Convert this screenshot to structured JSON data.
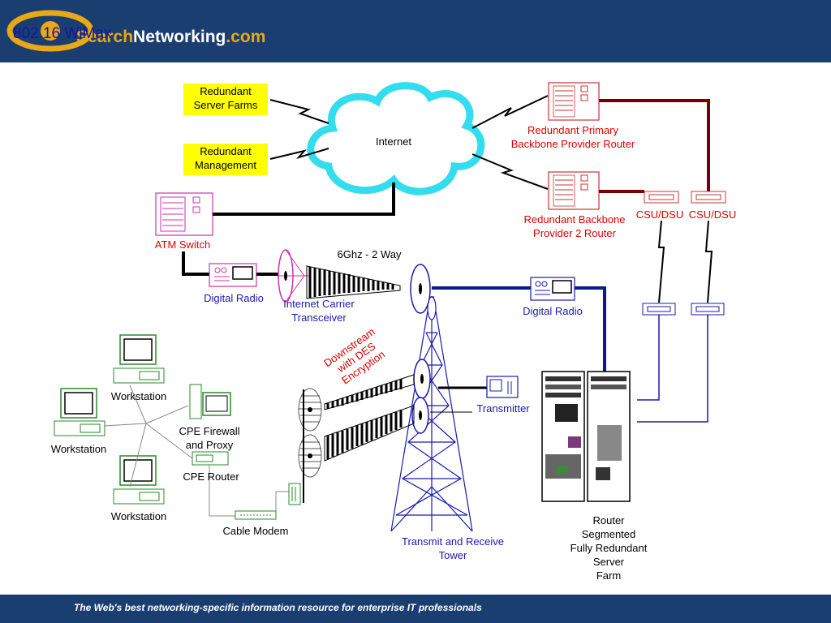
{
  "header": {
    "brand_prefix": "Search",
    "brand_main": "Networking",
    "brand_suffix": ".com",
    "slide_title": "802.16 WiMax"
  },
  "footer": {
    "text": "The Web's best networking-specific information resource for enterprise IT professionals"
  },
  "labels": {
    "redundant_server_farms": "Redundant Server Farms",
    "redundant_server_farms_l1": "Redundant",
    "redundant_server_farms_l2": "Server Farms",
    "redundant_management_l1": "Redundant",
    "redundant_management_l2": "Management",
    "internet": "Internet",
    "primary_router_l1": "Redundant Primary",
    "primary_router_l2": "Backbone Provider Router",
    "backbone2_router_l1": "Redundant Backbone",
    "backbone2_router_l2": "Provider 2 Router",
    "csu_dsu_1": "CSU/DSU",
    "csu_dsu_2": "CSU/DSU",
    "atm_switch": "ATM Switch",
    "link_6ghz": "6Ghz - 2 Way",
    "digital_radio_left": "Digital Radio",
    "transceiver_l1": "Internet Carrier",
    "transceiver_l2": "Transceiver",
    "digital_radio_right": "Digital Radio",
    "downstream_l1": "Downstream",
    "downstream_l2": "with DES",
    "downstream_l3": "Encryption",
    "transmitter": "Transmitter",
    "workstation_1": "Workstation",
    "workstation_2": "Workstation",
    "workstation_3": "Workstation",
    "cpe_firewall_l1": "CPE Firewall",
    "cpe_firewall_l2": "and Proxy",
    "cpe_router": "CPE Router",
    "cable_modem": "Cable Modem",
    "tower_l1": "Transmit and Receive",
    "tower_l2": "Tower",
    "server_farm_l1": "Router",
    "server_farm_l2": "Segmented",
    "server_farm_l3": "Fully Redundant",
    "server_farm_l4": "Server",
    "server_farm_l5": "Farm"
  },
  "colors": {
    "header_bg": "#1a3e70",
    "label_red": "#dd0000",
    "label_blue": "#1a1ab0",
    "callout_yellow": "#ffff00",
    "link_dark_red": "#7a0000",
    "link_navy": "#0a1a8a",
    "cloud_cyan": "#33ddee"
  }
}
